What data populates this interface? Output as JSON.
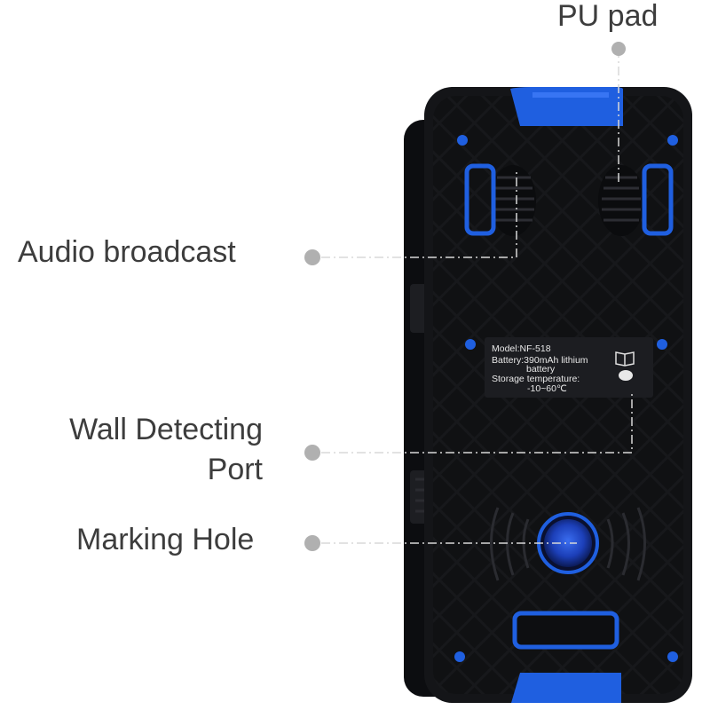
{
  "callouts": {
    "pu_pad": "PU pad",
    "audio_broadcast": "Audio broadcast",
    "wall_port_line1": "Wall Detecting",
    "wall_port_line2": "Port",
    "marking_hole": "Marking Hole"
  },
  "label_plate": {
    "model": "Model:NF-518",
    "battery_line1": "Battery:390mAh lithium",
    "battery_line2": "battery",
    "storage_line1": "Storage temperature:",
    "storage_line2": "-10~60℃"
  },
  "colors": {
    "body": "#151619",
    "accent_blue": "#1f5fe0",
    "label_text": "#3d3d3d",
    "dot": "#b0b0b0"
  },
  "icons": [
    "manual-book-icon"
  ]
}
